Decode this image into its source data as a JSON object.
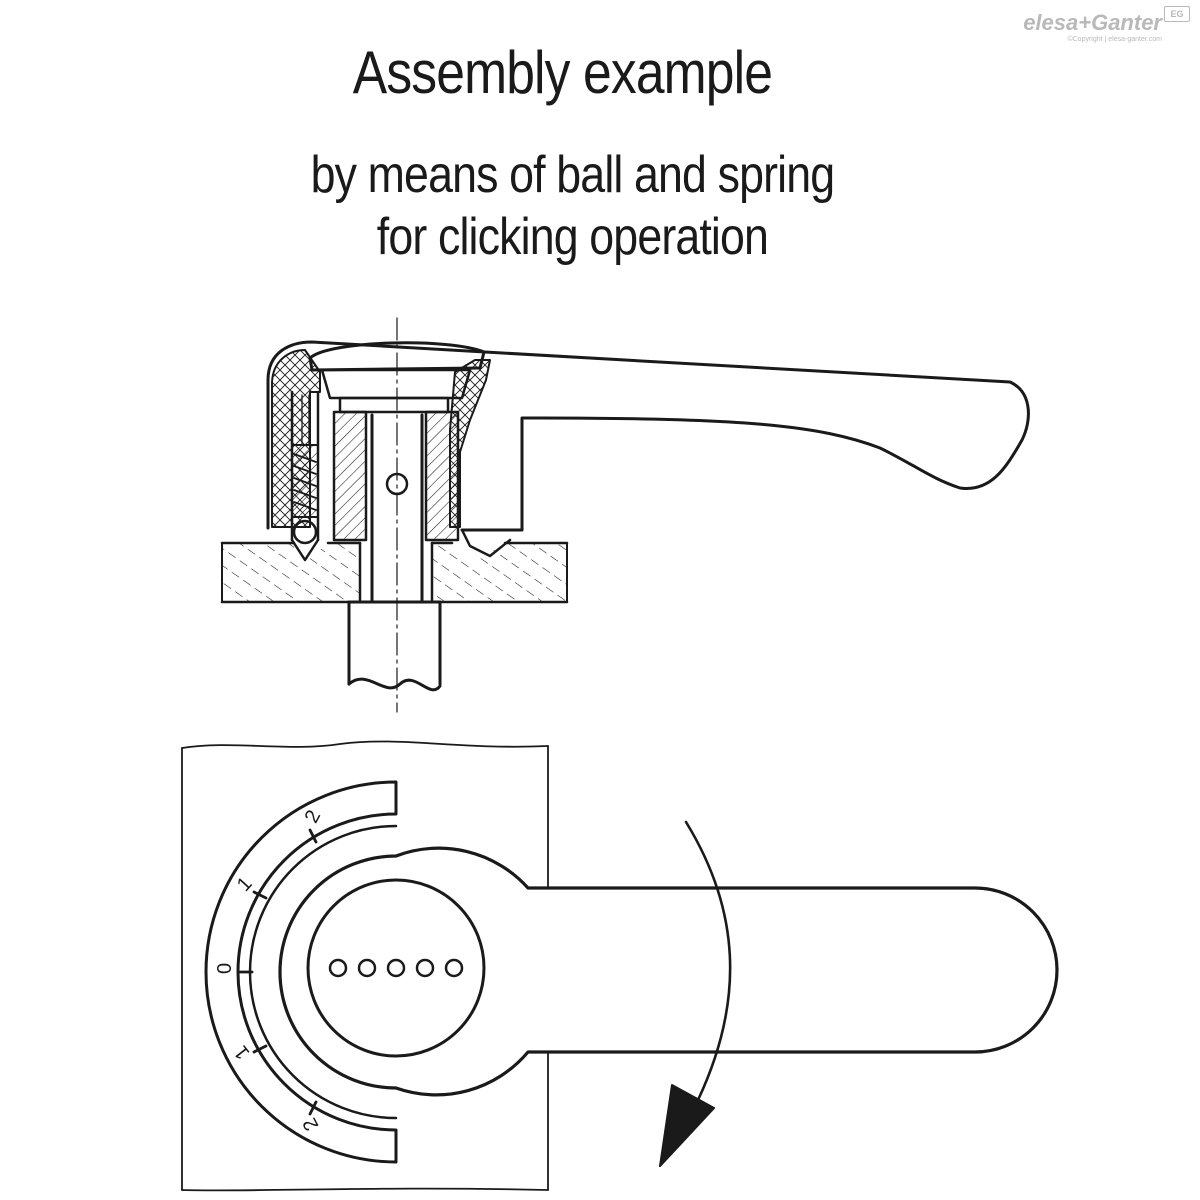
{
  "header": {
    "title": "Assembly example",
    "subtitle_line1": "by means of ball and spring",
    "subtitle_line2": "for clicking operation"
  },
  "brand": {
    "name": "elesa+Ganter",
    "badge": "EG",
    "copyright": "©Copyright | elesa-ganter.com",
    "color": "#b9b9b9"
  },
  "scale": {
    "labels": [
      "2",
      "1",
      "0",
      "1",
      "2"
    ]
  },
  "colors": {
    "line": "#1a1a1a",
    "background": "#ffffff"
  }
}
